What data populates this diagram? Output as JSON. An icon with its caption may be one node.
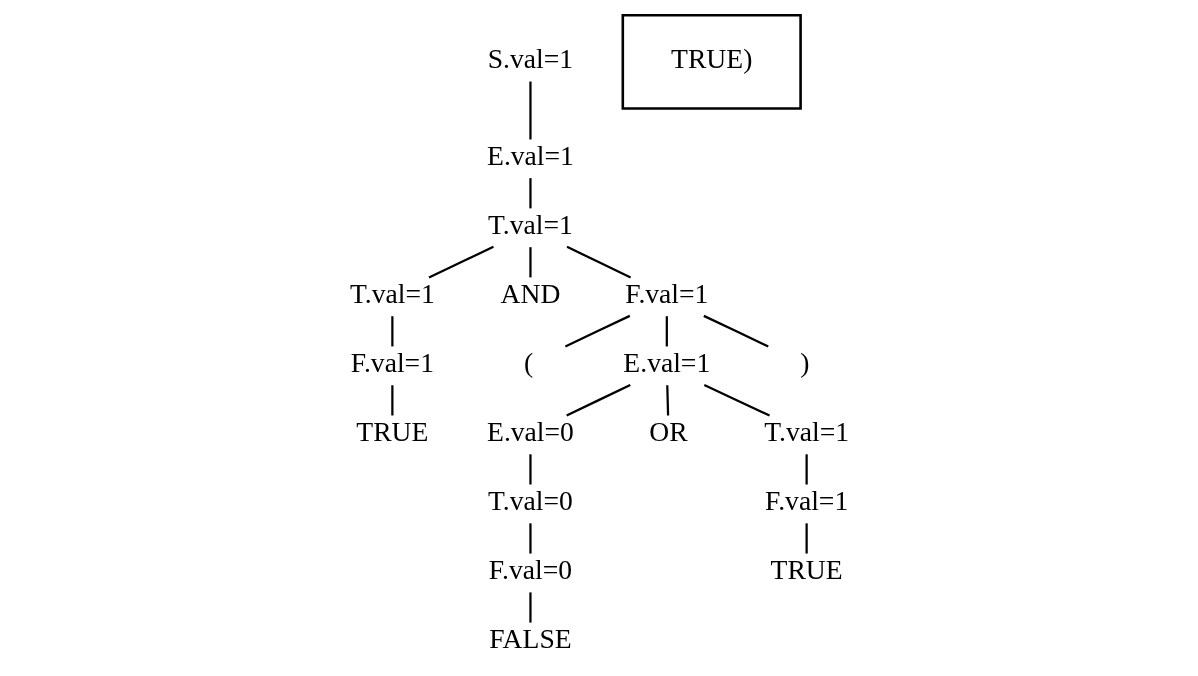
{
  "diagram": {
    "nodes": [
      {
        "text": [
          "S.val=1"
        ]
      },
      {
        "text": [
          "E.val=1"
        ]
      },
      {
        "text": [
          "T.val=1"
        ]
      },
      {
        "text": [
          "T.val=1"
        ]
      },
      {
        "text": [
          "AND"
        ]
      },
      {
        "text": [
          "F.val=1"
        ]
      },
      {
        "text": [
          "F.val=1"
        ]
      },
      {
        "text": [
          "TRUE"
        ]
      },
      {
        "text": [
          "("
        ]
      },
      {
        "text": [
          "E.val=1"
        ]
      },
      {
        "text": [
          ")"
        ]
      },
      {
        "text": [
          "E.val=0"
        ]
      },
      {
        "text": [
          "OR"
        ]
      },
      {
        "text": [
          "T.val=1"
        ]
      },
      {
        "text": [
          "T.val=0"
        ]
      },
      {
        "text": [
          "F.val=1"
        ]
      },
      {
        "text": [
          "F.val=0"
        ]
      },
      {
        "text": [
          "TRUE"
        ]
      },
      {
        "text": [
          "FALSE"
        ]
      },
      {
        "text": [
          "TRUE)"
        ]
      }
    ],
    "edges": [
      {
        "from": 0,
        "to": 1,
        "arrow": "none"
      },
      {
        "from": 1,
        "to": 2,
        "arrow": "none"
      },
      {
        "from": 2,
        "to": 3,
        "arrow": "none"
      },
      {
        "from": 2,
        "to": 4,
        "arrow": "none"
      },
      {
        "from": 2,
        "to": 5,
        "arrow": "none"
      },
      {
        "from": 3,
        "to": 6,
        "arrow": "none"
      },
      {
        "from": 6,
        "to": 7,
        "arrow": "none"
      },
      {
        "from": 5,
        "to": 8,
        "arrow": "none"
      },
      {
        "from": 5,
        "to": 9,
        "arrow": "none"
      },
      {
        "from": 5,
        "to": 10,
        "arrow": "none"
      },
      {
        "from": 9,
        "to": 11,
        "arrow": "none"
      },
      {
        "from": 9,
        "to": 12,
        "arrow": "none"
      },
      {
        "from": 9,
        "to": 13,
        "arrow": "none"
      },
      {
        "from": 11,
        "to": 14,
        "arrow": "none"
      },
      {
        "from": 13,
        "to": 15,
        "arrow": "none"
      },
      {
        "from": 14,
        "to": 16,
        "arrow": "none"
      },
      {
        "from": 15,
        "to": 17,
        "arrow": "none"
      },
      {
        "from": 16,
        "to": 18,
        "arrow": "none"
      }
    ]
  }
}
